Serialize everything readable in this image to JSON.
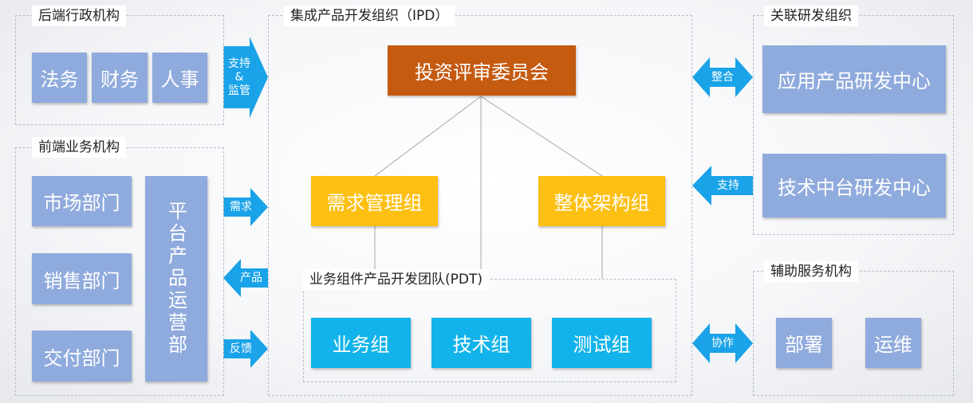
{
  "backend": {
    "title": "后端行政机构",
    "items": [
      "法务",
      "财务",
      "人事"
    ]
  },
  "frontend": {
    "title": "前端业务机构",
    "items": [
      "市场部门",
      "销售部门",
      "交付部门"
    ],
    "platform": "平台产品运营部"
  },
  "ipd": {
    "title": "集成产品开发组织（IPD）",
    "committee": "投资评审委员会",
    "req_group": "需求管理组",
    "arch_group": "整体架构组",
    "pdt": {
      "title": "业务组件产品开发团队(PDT)",
      "items": [
        "业务组",
        "技术组",
        "测试组"
      ]
    }
  },
  "related": {
    "title": "关联研发组织",
    "items": [
      "应用产品研发中心",
      "技术中台研发中心"
    ]
  },
  "aux": {
    "title": "辅助服务机构",
    "items": [
      "部署",
      "运维"
    ]
  },
  "arrows": {
    "support_supervise": "支持\n&\n监管",
    "demand": "需求",
    "product": "产品",
    "feedback": "反馈",
    "integrate": "整合",
    "support": "支持",
    "collaborate": "协作"
  },
  "colors": {
    "lavender": "#8faadc",
    "orange": "#fdbf12",
    "cyan": "#12b3ea",
    "rust": "#c55a11",
    "arrow_blue": "#1aa3e8"
  }
}
